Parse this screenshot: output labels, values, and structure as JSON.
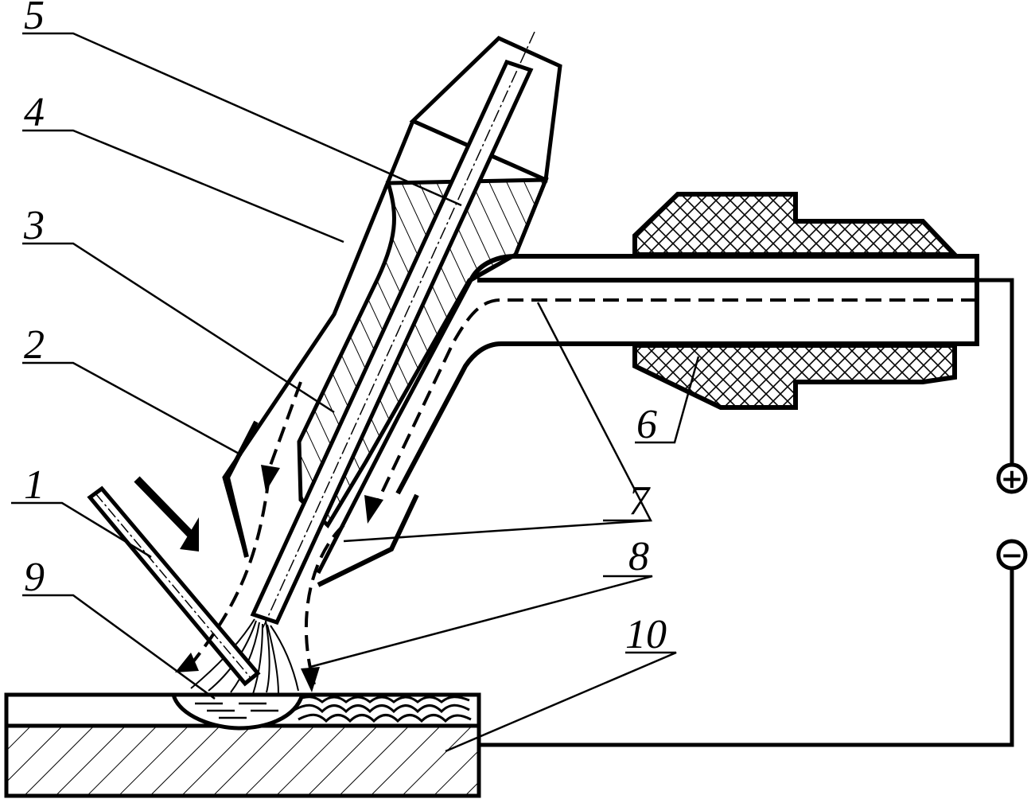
{
  "labels": {
    "l1": "1",
    "l2": "2",
    "l3": "3",
    "l4": "4",
    "l5": "5",
    "l6": "6",
    "l7": "7",
    "l8": "8",
    "l9": "9",
    "l10": "10"
  },
  "polarity": {
    "plus": "+",
    "minus": "−"
  }
}
